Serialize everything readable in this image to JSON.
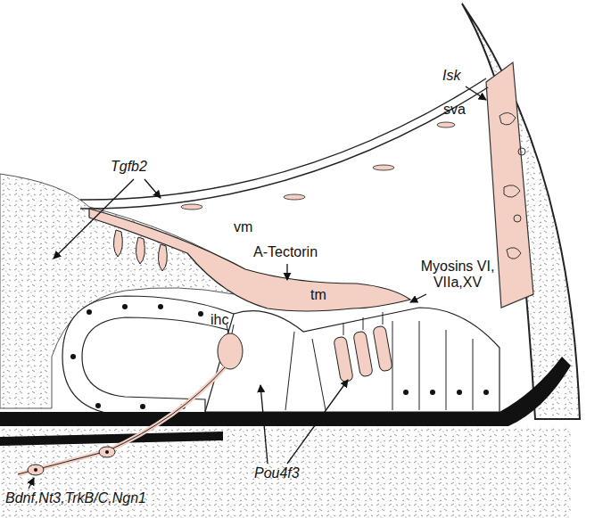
{
  "diagram": {
    "labels": [
      "Tgfb2",
      "vm",
      "Isk",
      "sva",
      "A-Tectorin",
      "tm",
      "Myosins VI, VIIa,XV",
      "ihc",
      "Pou4f3",
      "Bdnf,Nt3,TrkB/C,Ngn1"
    ]
  }
}
